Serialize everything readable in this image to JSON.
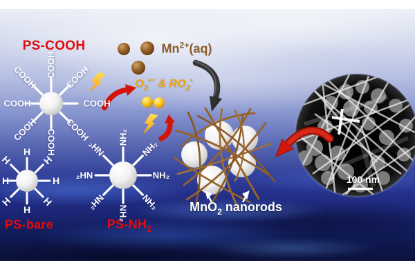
{
  "labels": {
    "ps_cooh": "PS-COOH",
    "ps_bare": "PS-bare",
    "ps_nh2": {
      "base": "PS-NH",
      "sub": "2"
    },
    "mn_aq": {
      "base": "Mn",
      "sup": "2+",
      "suffix": "(aq)"
    },
    "radicals": {
      "o": "O",
      "o_sub": "2",
      "o_sup": "•−",
      "amp": " & ",
      "ro": "RO",
      "ro_sub": "2",
      "ro_sup": "•"
    },
    "mno2": {
      "base": "MnO",
      "sub": "2",
      "suffix": " nanorods"
    },
    "scale_bar": "100 nm"
  },
  "molecules": {
    "ps_cooh": {
      "ligand": "COOH",
      "ligand_count": 8
    },
    "ps_bare": {
      "ligand": "H",
      "ligand_count": 8
    },
    "ps_nh2": {
      "ligand": "NH₂",
      "ligand_mirrored": "₂HN",
      "ligand_count": 8
    }
  },
  "particles": {
    "mn_ion_count": 3,
    "radical_count": 2,
    "cluster_sphere_count": 5
  },
  "colors": {
    "label_red": "#e30b0b",
    "mn_brown": "#8a5a28",
    "radical_gold": "#f0a50c",
    "arrow_red": "#cf1708",
    "arrow_dark": "#383838",
    "nanorod_brown": "#96632a",
    "scale_text_white": "#ffffff"
  },
  "icons": {
    "lightning-bolt-icon": "⚡",
    "curved-arrow-icon": "↷",
    "pointer-arrow-icon": "↗"
  }
}
